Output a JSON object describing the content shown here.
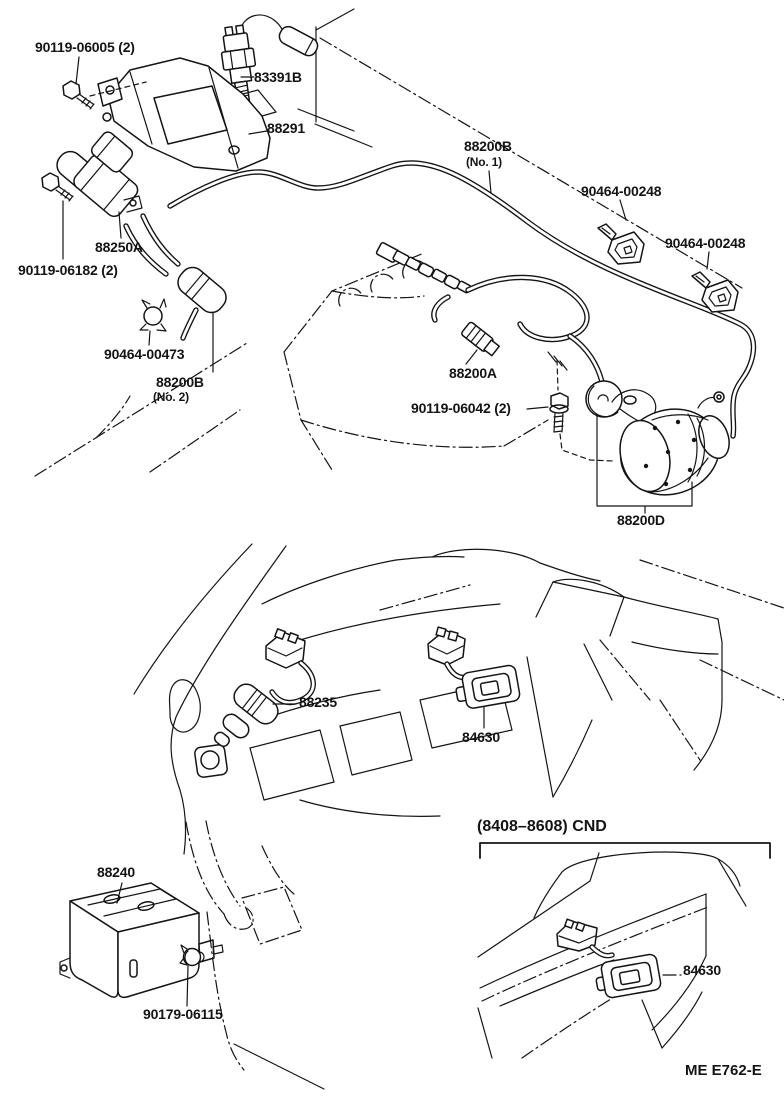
{
  "diagram": {
    "type": "vehicle-parts-diagram",
    "subject": "cruise control components",
    "colors": {
      "ink": "#141414",
      "background": "#ffffff"
    },
    "callouts": {
      "screw_top": "90119-06005 (2)",
      "stop_light_switch": "83391B",
      "bracket": "88291",
      "hose_main": "88200B",
      "hose_main_no": "(No. 1)",
      "clamp": "90464-00248",
      "vsv": "88250A",
      "screw_vsv": "90119-06182 (2)",
      "clip": "90464-00473",
      "hose_no2": "88200B",
      "hose_no2_no": "(No. 2)",
      "cable": "88200A",
      "bolt": "90119-06042 (2)",
      "actuator": "88200D",
      "sensor": "88235",
      "main_switch": "84630",
      "computer": "88240",
      "grommet": "90179-06115"
    },
    "inset": {
      "caption": "(8408–8608) CND",
      "switch": "84630"
    },
    "footer": {
      "code": "ME E762-E"
    }
  }
}
